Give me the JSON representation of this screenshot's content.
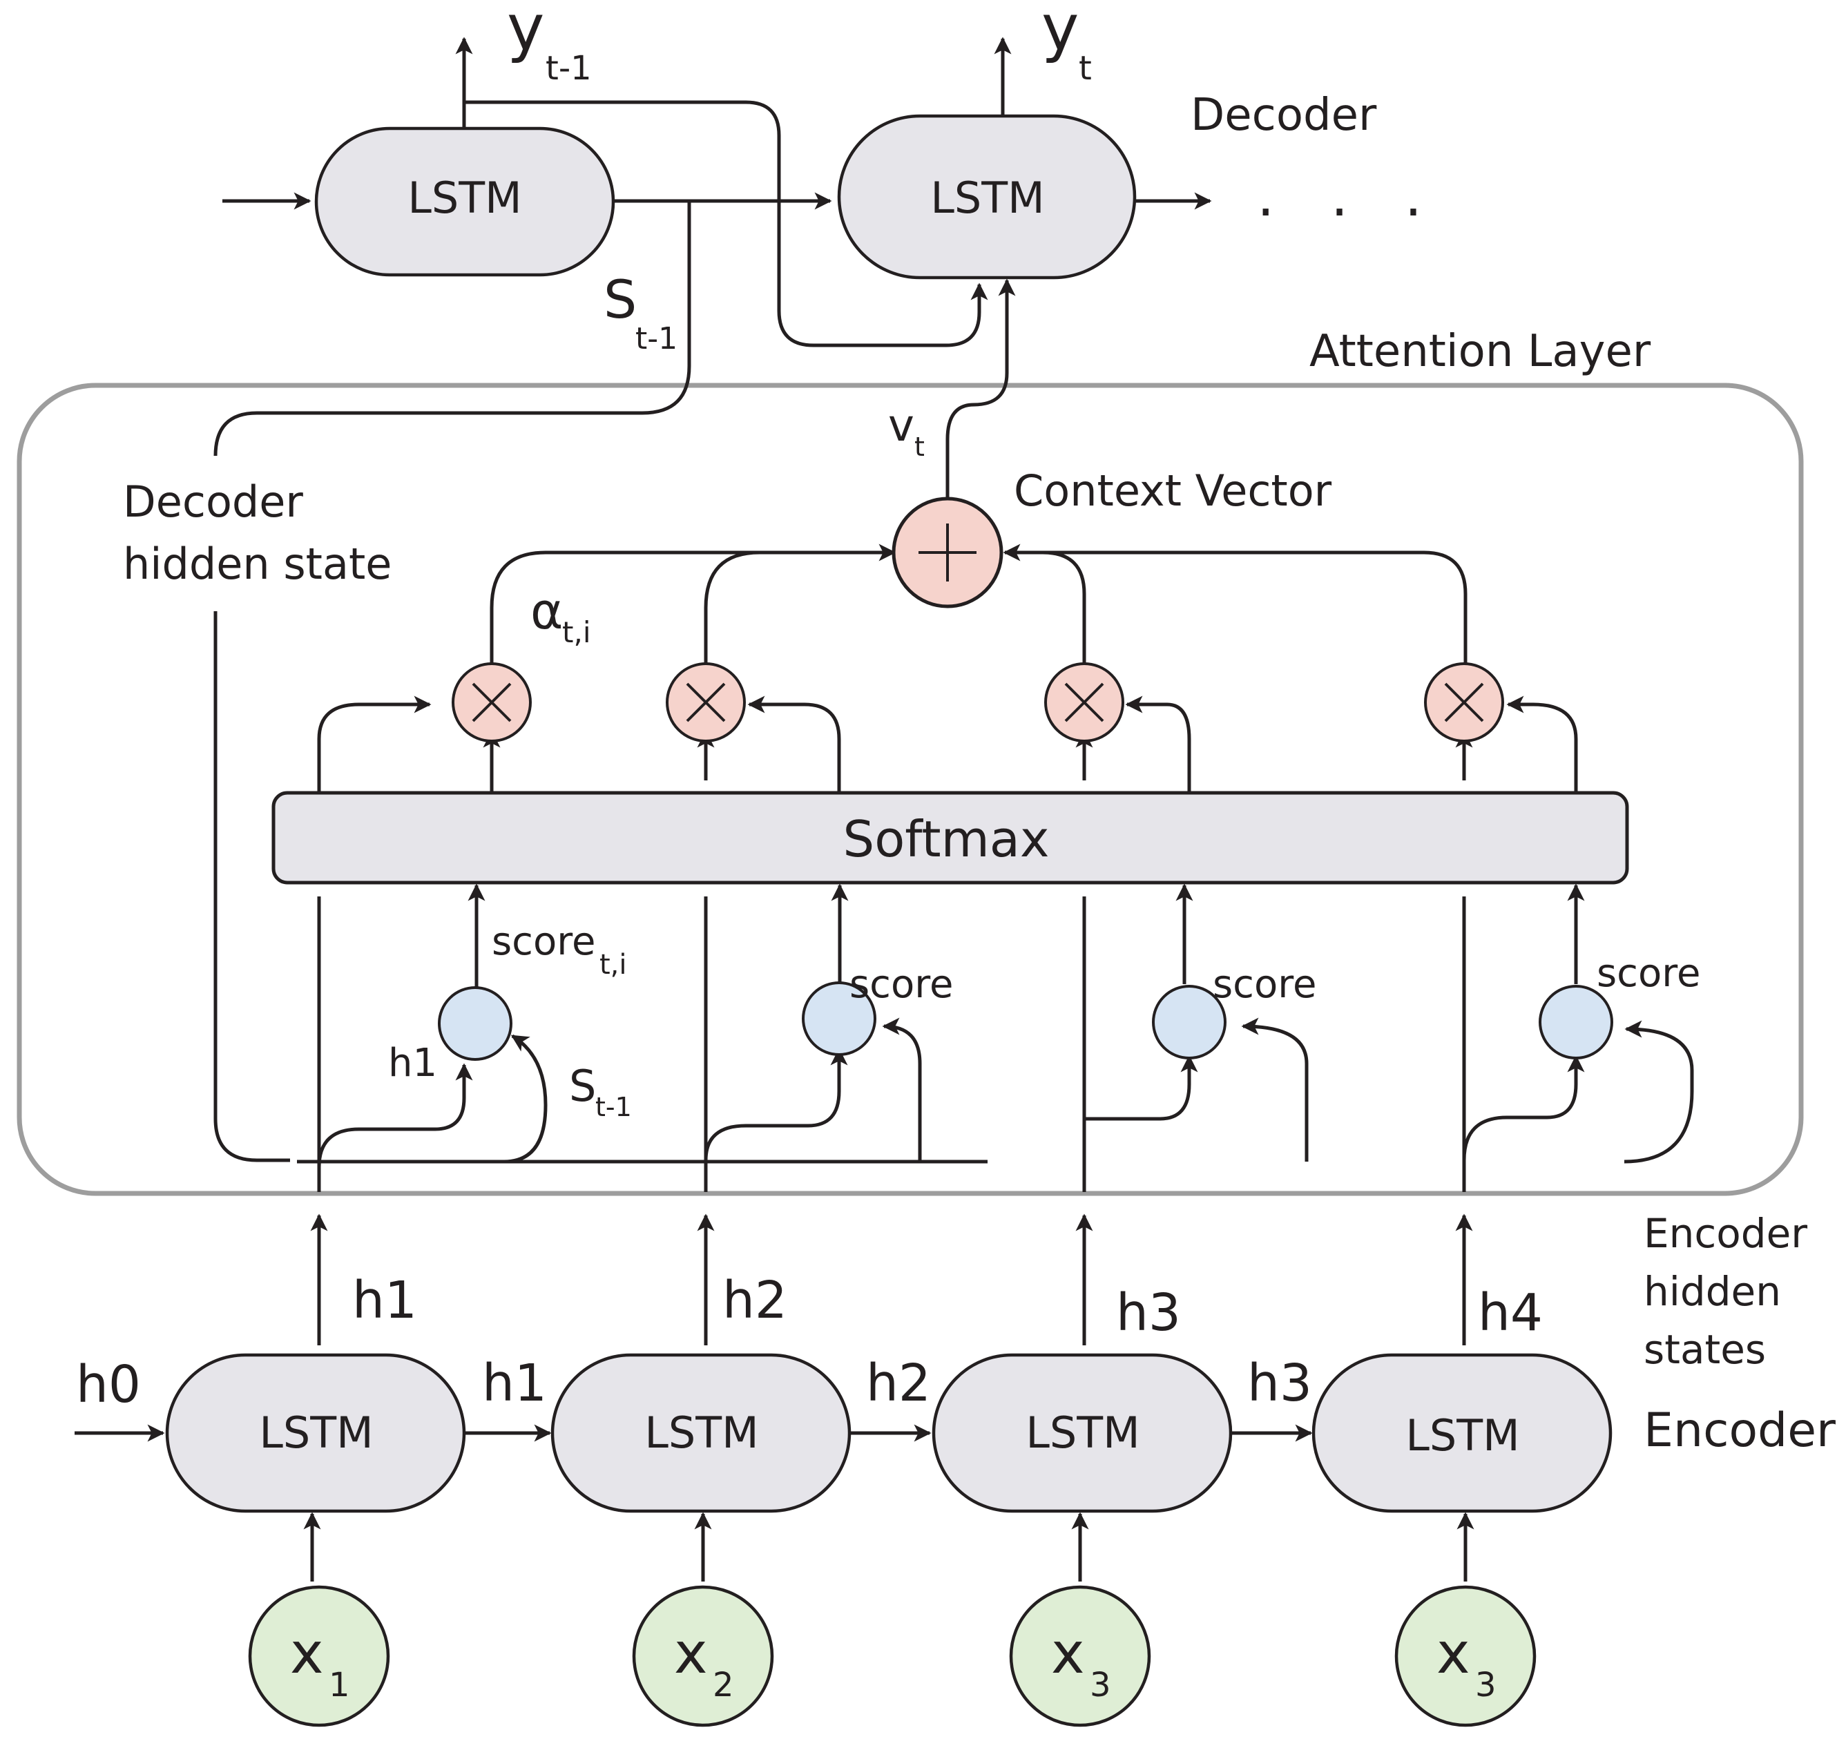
{
  "decoder": {
    "title": "Decoder",
    "cell_label": "LSTM",
    "output_prev": {
      "main": "y",
      "sub": "t-1"
    },
    "output_curr": {
      "main": "y",
      "sub": "t"
    },
    "ellipsis": ". . .",
    "prev_state": {
      "main": "S",
      "sub": "t-1"
    }
  },
  "attention": {
    "title": "Attention Layer",
    "decoder_hidden_state": [
      "Decoder",
      "hidden state"
    ],
    "context_vector": "Context Vector",
    "context_symbol": {
      "main": "v",
      "sub": "t"
    },
    "alpha": {
      "main": "α",
      "sub": "t,i"
    },
    "softmax": "Softmax",
    "score_first": {
      "main": "score",
      "sub": "t,i"
    },
    "score_label": "score",
    "h1_label": "h1",
    "st1_label": {
      "main": "S",
      "sub": "t-1"
    }
  },
  "encoder": {
    "title": "Encoder",
    "hidden_states_label": [
      "Encoder",
      "hidden",
      "states"
    ],
    "cell_label": "LSTM",
    "h0": "h0",
    "chain_labels": [
      "h1",
      "h2",
      "h3"
    ],
    "output_labels": [
      "h1",
      "h2",
      "h3",
      "h4"
    ],
    "inputs": [
      {
        "main": "x",
        "sub": "1"
      },
      {
        "main": "x",
        "sub": "2"
      },
      {
        "main": "x",
        "sub": "3"
      },
      {
        "main": "x",
        "sub": "3"
      }
    ]
  }
}
